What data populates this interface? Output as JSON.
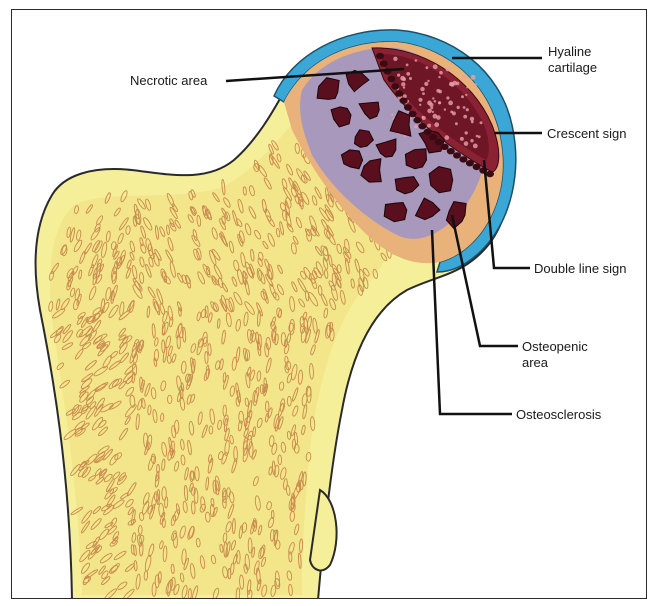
{
  "labels": {
    "necrotic_area": "Necrotic area",
    "hyaline_cartilage_line1": "Hyaline",
    "hyaline_cartilage_line2": "cartilage",
    "crescent_sign": "Crescent sign",
    "double_line_sign": "Double line sign",
    "osteopenic_area_line1": "Osteopenic",
    "osteopenic_area_line2": "area",
    "osteosclerosis": "Osteosclerosis"
  },
  "colors": {
    "bone_fill": "#f6ef9a",
    "trabecula": "#c98a4e",
    "cartilage": "#3aa7d6",
    "necrotic_fill": "#5a0f1e",
    "osteopenic": "#9c93c8",
    "crescent": "#8a2233",
    "head_fill": "#e8b27a"
  }
}
